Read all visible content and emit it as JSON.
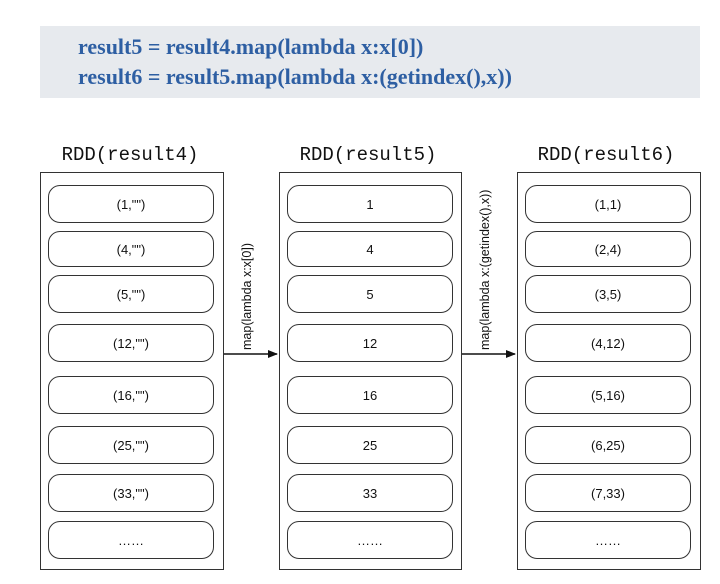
{
  "code": {
    "line1": "result5 = result4.map(lambda x:x[0])",
    "line2": "result6 = result5.map(lambda x:(getindex(),x))"
  },
  "rdds": [
    {
      "title": "RDD(result4)",
      "items": [
        "(1,\"\")",
        "(4,\"\")",
        "(5,\"\")",
        "(12,\"\")",
        "(16,\"\")",
        "(25,\"\")",
        "(33,\"\")",
        "……"
      ]
    },
    {
      "title": "RDD(result5)",
      "items": [
        "1",
        "4",
        "5",
        "12",
        "16",
        "25",
        "33",
        "……"
      ]
    },
    {
      "title": "RDD(result6)",
      "items": [
        "(1,1)",
        "(2,4)",
        "(3,5)",
        "(4,12)",
        "(5,16)",
        "(6,25)",
        "(7,33)",
        "……"
      ]
    }
  ],
  "operations": [
    {
      "label": "map(lambda x:x[0])"
    },
    {
      "label": "map(lambda x:(getindex(),x))"
    }
  ]
}
